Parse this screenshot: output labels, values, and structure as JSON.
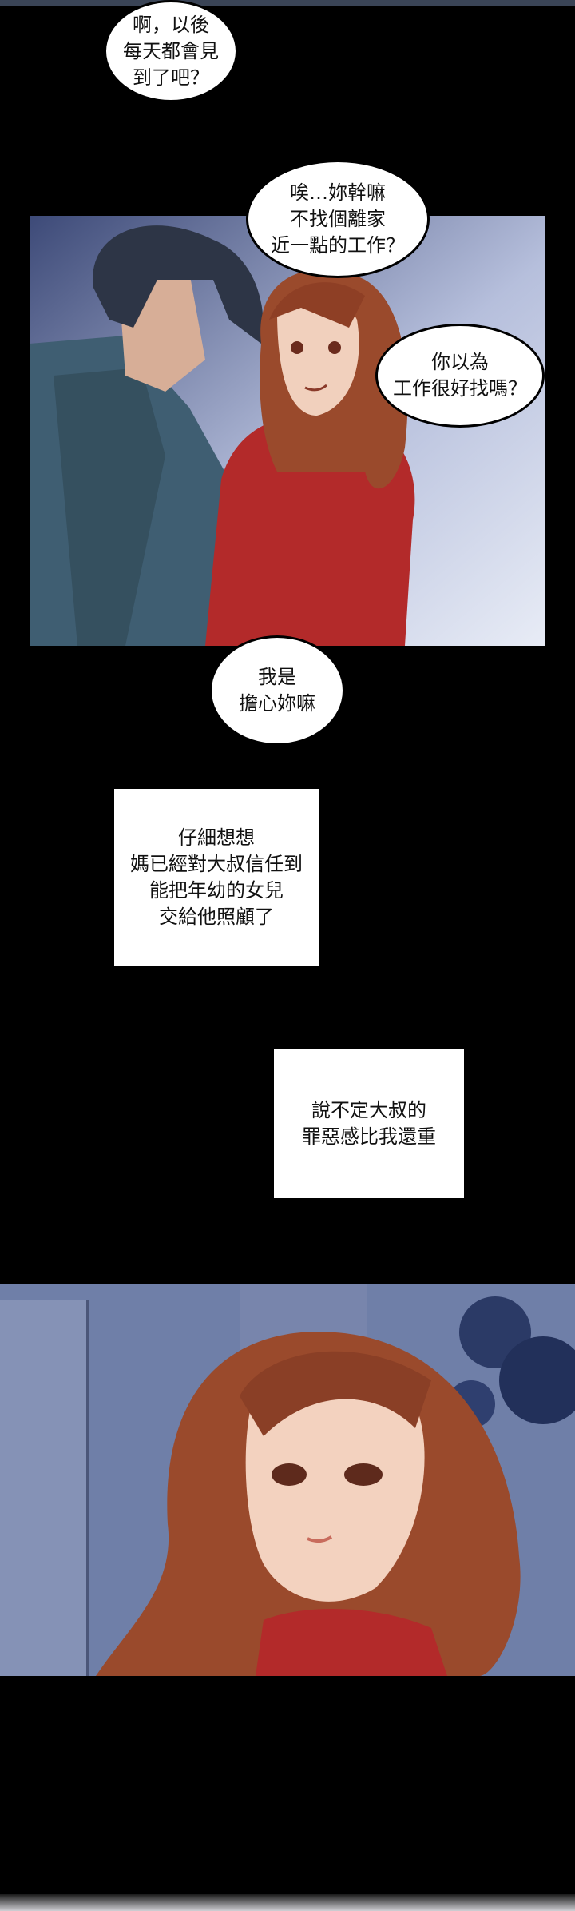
{
  "bubbles": {
    "b1": "啊，以後\n每天都會見\n到了吧？",
    "b2": "唉…妳幹嘛\n不找個離家\n近一點的工作？",
    "b3": "你以為\n工作很好找嗎？",
    "b4": "我是\n擔心妳嘛"
  },
  "captions": {
    "c1": "仔細想想\n媽已經對大叔信任到\n能把年幼的女兒\n交給他照顧了",
    "c2": "說不定大叔的\n罪惡感比我還重"
  },
  "colors": {
    "background": "#000000",
    "hair": "#9a4a2c",
    "shirt": "#b32a2a",
    "hoodie": "#3f5e72",
    "night_sky": "#5a6f9a"
  }
}
